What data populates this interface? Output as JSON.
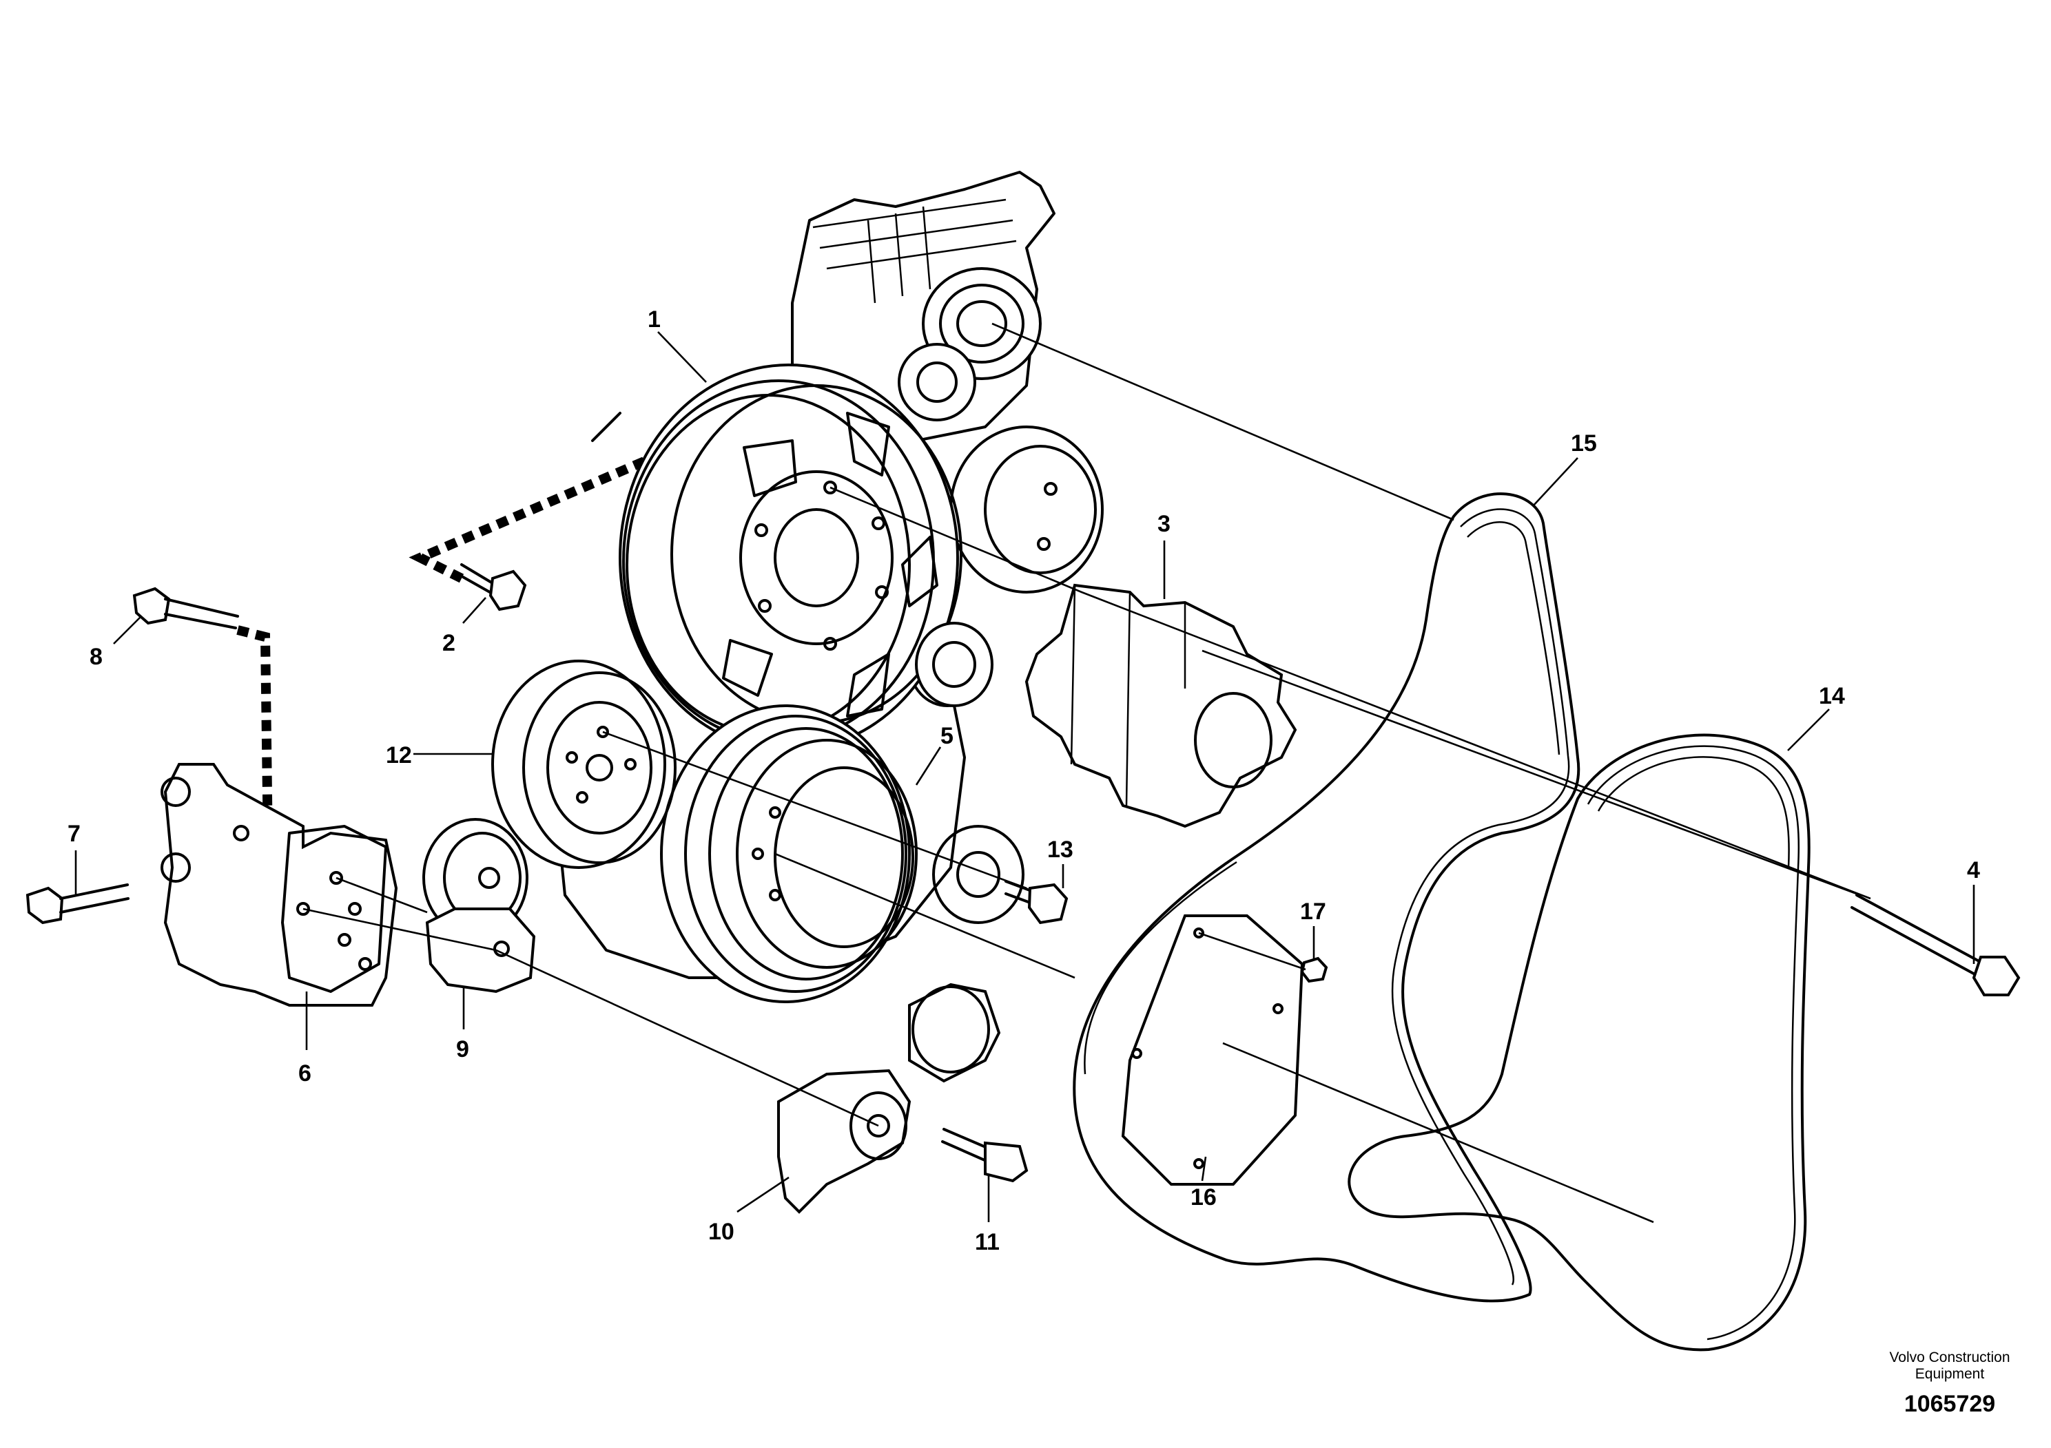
{
  "callouts": [
    {
      "id": "1",
      "label": "1"
    },
    {
      "id": "2",
      "label": "2"
    },
    {
      "id": "3",
      "label": "3"
    },
    {
      "id": "4",
      "label": "4"
    },
    {
      "id": "5",
      "label": "5"
    },
    {
      "id": "6",
      "label": "6"
    },
    {
      "id": "7",
      "label": "7"
    },
    {
      "id": "8",
      "label": "8"
    },
    {
      "id": "9",
      "label": "9"
    },
    {
      "id": "10",
      "label": "10"
    },
    {
      "id": "11",
      "label": "11"
    },
    {
      "id": "12",
      "label": "12"
    },
    {
      "id": "13",
      "label": "13"
    },
    {
      "id": "14",
      "label": "14"
    },
    {
      "id": "15",
      "label": "15"
    },
    {
      "id": "16",
      "label": "16"
    },
    {
      "id": "17",
      "label": "17"
    }
  ],
  "footer": {
    "credit_line1": "Volvo Construction",
    "credit_line2": "Equipment",
    "drawing_number": "1065729"
  }
}
